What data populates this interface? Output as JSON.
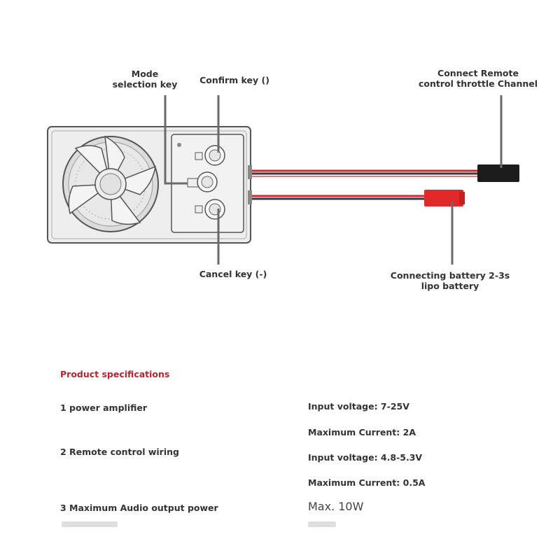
{
  "labels": {
    "mode_selection": [
      "Mode",
      "selection key"
    ],
    "confirm_key": "Confirm key ()",
    "connect_remote": [
      "Connect Remote",
      "control throttle Channel"
    ],
    "cancel_key": "Cancel key (-)",
    "connecting_battery": [
      "Connecting battery 2-3s",
      "lipo battery"
    ]
  },
  "colors": {
    "wire_red": "#d02a33",
    "wire_dark": "#3a3a3a",
    "plug_red": "#e02a2a",
    "plug_black": "#1c1c1c",
    "leader": "#6a6a6a",
    "title_red": "#b0262c",
    "device_body": "#eeeeee",
    "device_outline": "#555555"
  },
  "icons": {
    "device": "speaker-amplifier-module",
    "fan": "speaker-grille-icon",
    "buttons": "push-button-icon",
    "connector_red": "xt30-connector-icon",
    "connector_black": "servo-plug-icon"
  },
  "specs": {
    "title": "Product specifications",
    "items": [
      "1 power amplifier",
      "2 Remote control wiring",
      "3 Maximum Audio output power"
    ],
    "values": [
      "Input voltage: 7-25V",
      "Maximum Current: 2A",
      "Input voltage: 4.8-5.3V",
      "Maximum Current: 0.5A",
      "Max. 10W"
    ]
  }
}
